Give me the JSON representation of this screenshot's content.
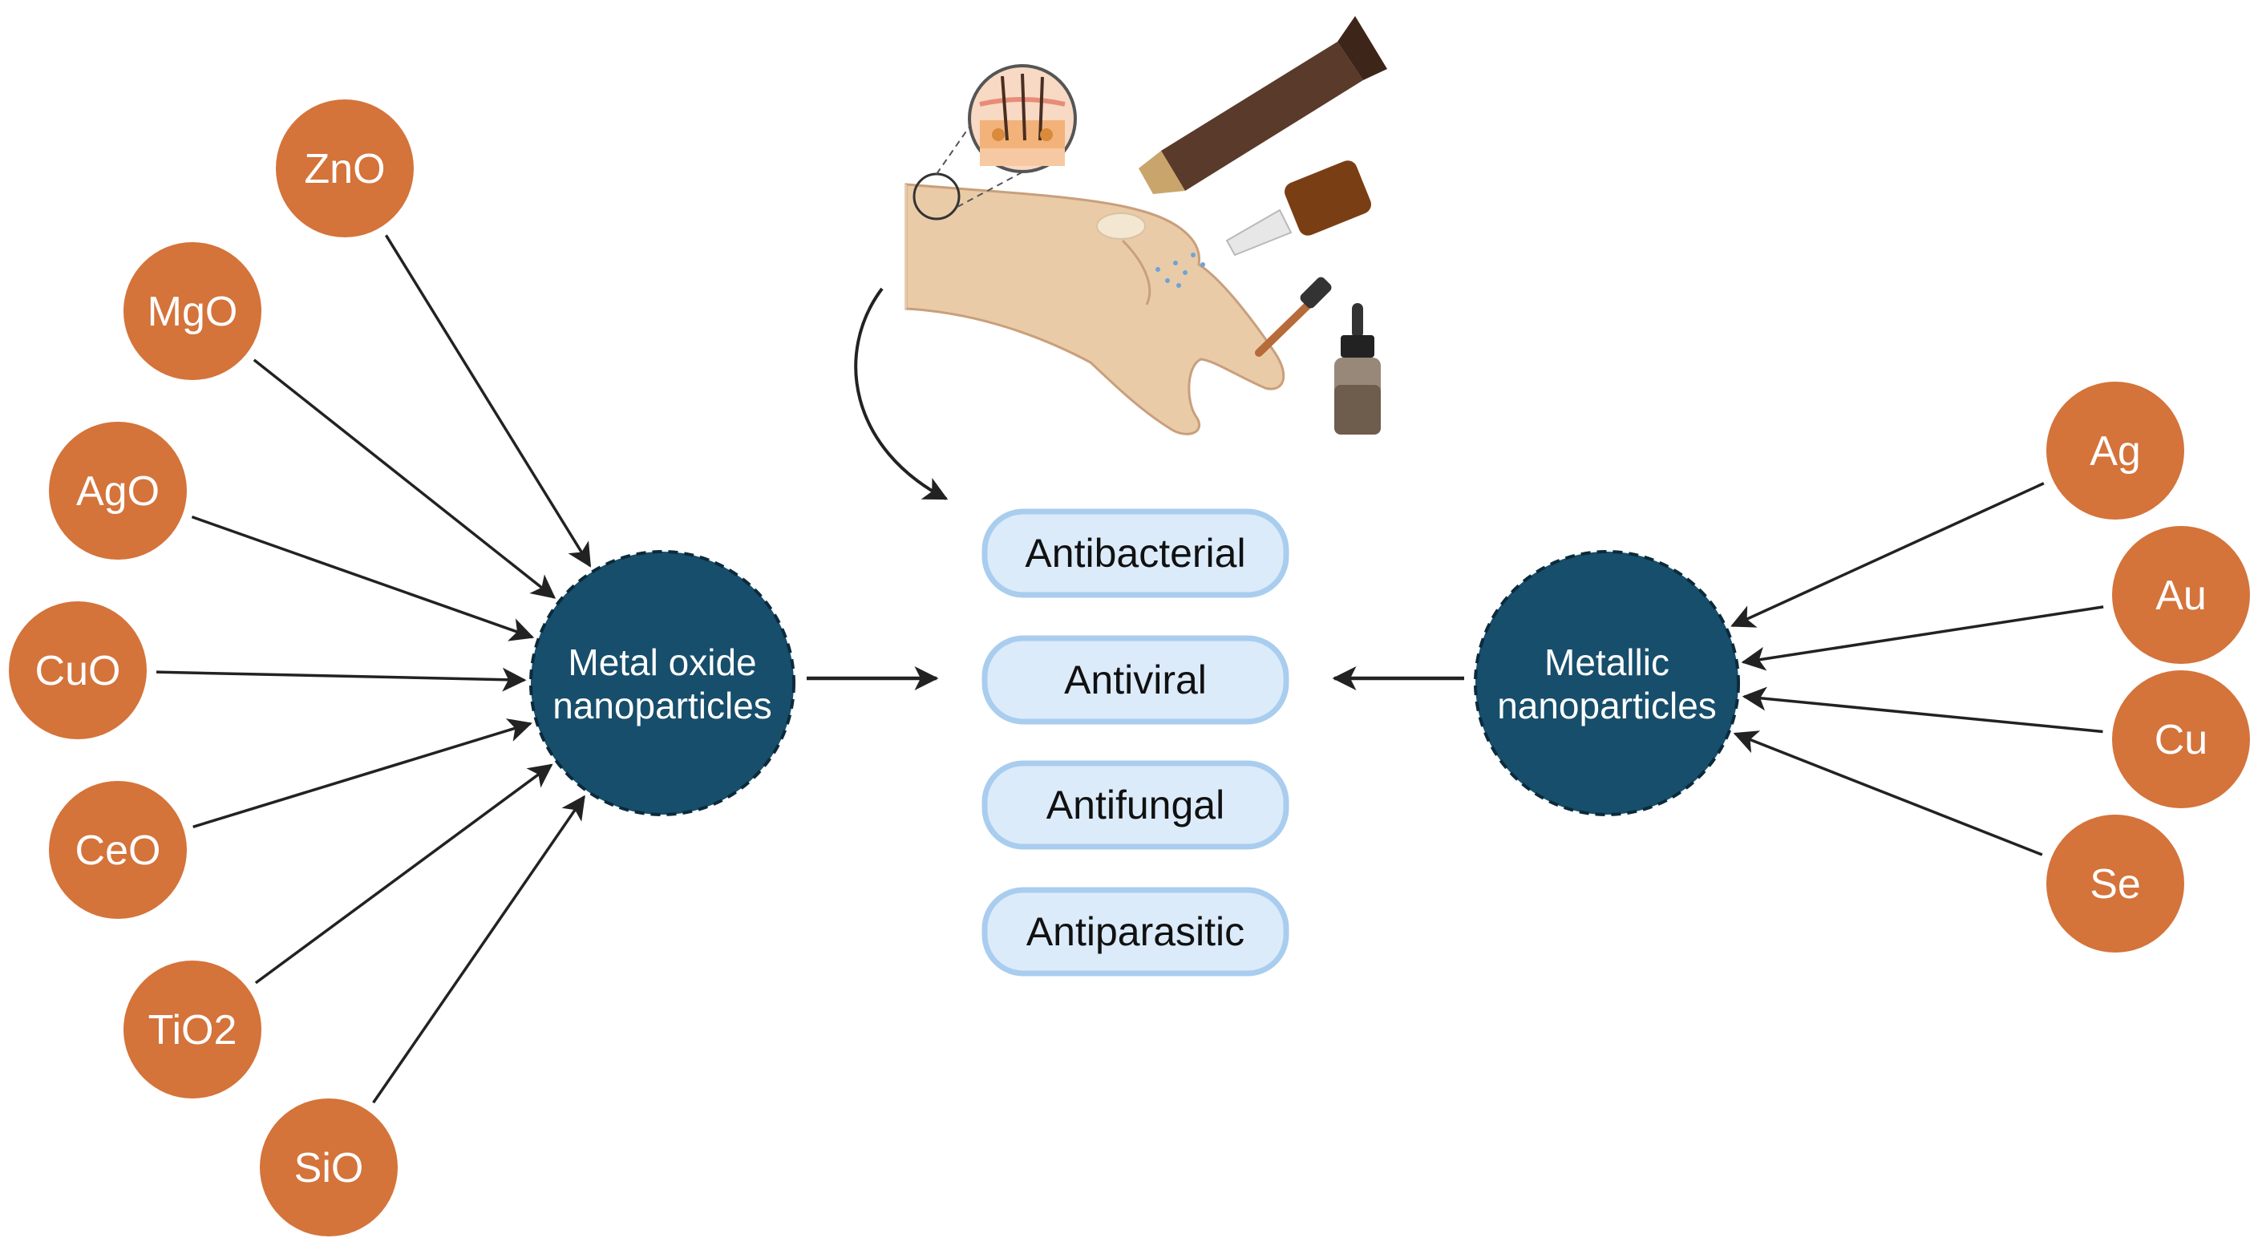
{
  "colors": {
    "particle": "#D4733A",
    "hub": "#174E6B",
    "hub_border": "#0B2B3C",
    "effect_fill": "#DCEBFA",
    "effect_border": "#A9CDEE",
    "arrow": "#222222"
  },
  "hubs": {
    "metal_oxide": {
      "line1": "Metal oxide",
      "line2": "nanoparticles"
    },
    "metallic": {
      "line1": "Metallic",
      "line2": "nanoparticles"
    }
  },
  "metal_oxides": [
    "ZnO",
    "MgO",
    "AgO",
    "CuO",
    "CeO",
    "TiO2",
    "SiO"
  ],
  "metals": [
    "Ag",
    "Au",
    "Cu",
    "Se"
  ],
  "effects": [
    "Antibacterial",
    "Antiviral",
    "Antifungal",
    "Antiparasitic"
  ],
  "illustration": {
    "icons": [
      "skin-layers-icon",
      "hand-icon",
      "ointment-tube-icon",
      "spray-bottle-icon",
      "dropper-bottle-icon"
    ]
  }
}
